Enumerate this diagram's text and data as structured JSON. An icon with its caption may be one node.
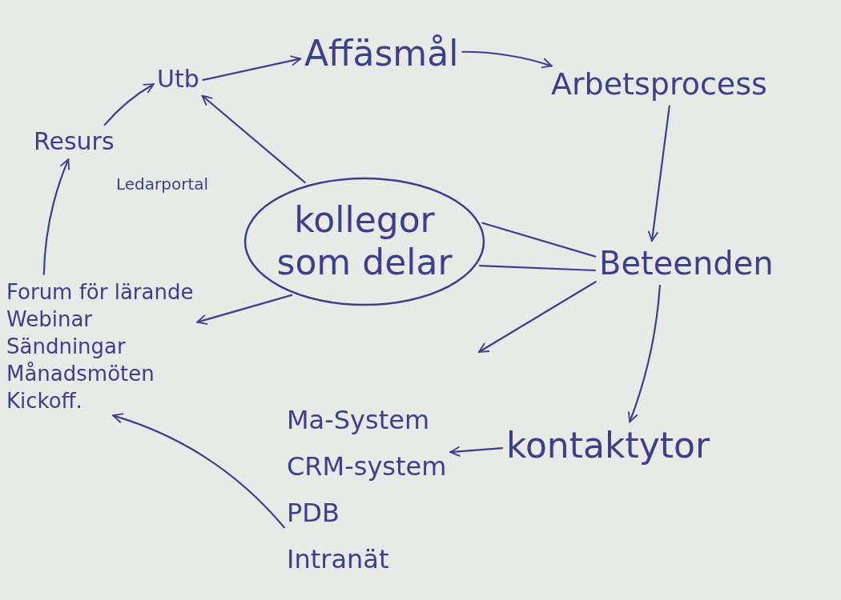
{
  "diagram": {
    "nodes": [
      {
        "text": [
          "Resurs"
        ],
        "beside": [
          "Ledarportal"
        ]
      },
      {
        "text": [
          "Utb"
        ]
      },
      {
        "text": [
          "Affäsmål"
        ]
      },
      {
        "text": [
          "Arbetsprocess"
        ]
      },
      {
        "text": [
          "kollegor som delar"
        ]
      },
      {
        "text": [
          "Beteenden"
        ]
      },
      {
        "text": [
          "kontaktytor"
        ]
      },
      {
        "text": [
          "Ma-System",
          "CRM-system",
          "PDB",
          "Intranät"
        ]
      },
      {
        "text": [
          "Forum för lärande",
          "Webinar",
          "Sändningar",
          "Månadsmöten",
          "Kickoff."
        ]
      }
    ],
    "edges": [
      {
        "from": 0,
        "to": 1,
        "arrow": "to"
      },
      {
        "from": 1,
        "to": 2,
        "arrow": "to"
      },
      {
        "from": 2,
        "to": 3,
        "arrow": "to"
      },
      {
        "from": 3,
        "to": 5,
        "arrow": "to"
      },
      {
        "from": 5,
        "to": 6,
        "arrow": "to"
      },
      {
        "from": 6,
        "to": 7,
        "arrow": "to"
      },
      {
        "from": 7,
        "to": 8,
        "arrow": "to"
      },
      {
        "from": 8,
        "to": 0,
        "arrow": "to"
      },
      {
        "from": 4,
        "to": 1,
        "arrow": "to"
      },
      {
        "from": 5,
        "to": 4,
        "arrow": "none"
      },
      {
        "from": 5,
        "to": 4,
        "arrow": "none"
      },
      {
        "from": 5,
        "to": null,
        "arrow": "to"
      },
      {
        "from": 4,
        "to": 8,
        "arrow": "to"
      }
    ]
  }
}
